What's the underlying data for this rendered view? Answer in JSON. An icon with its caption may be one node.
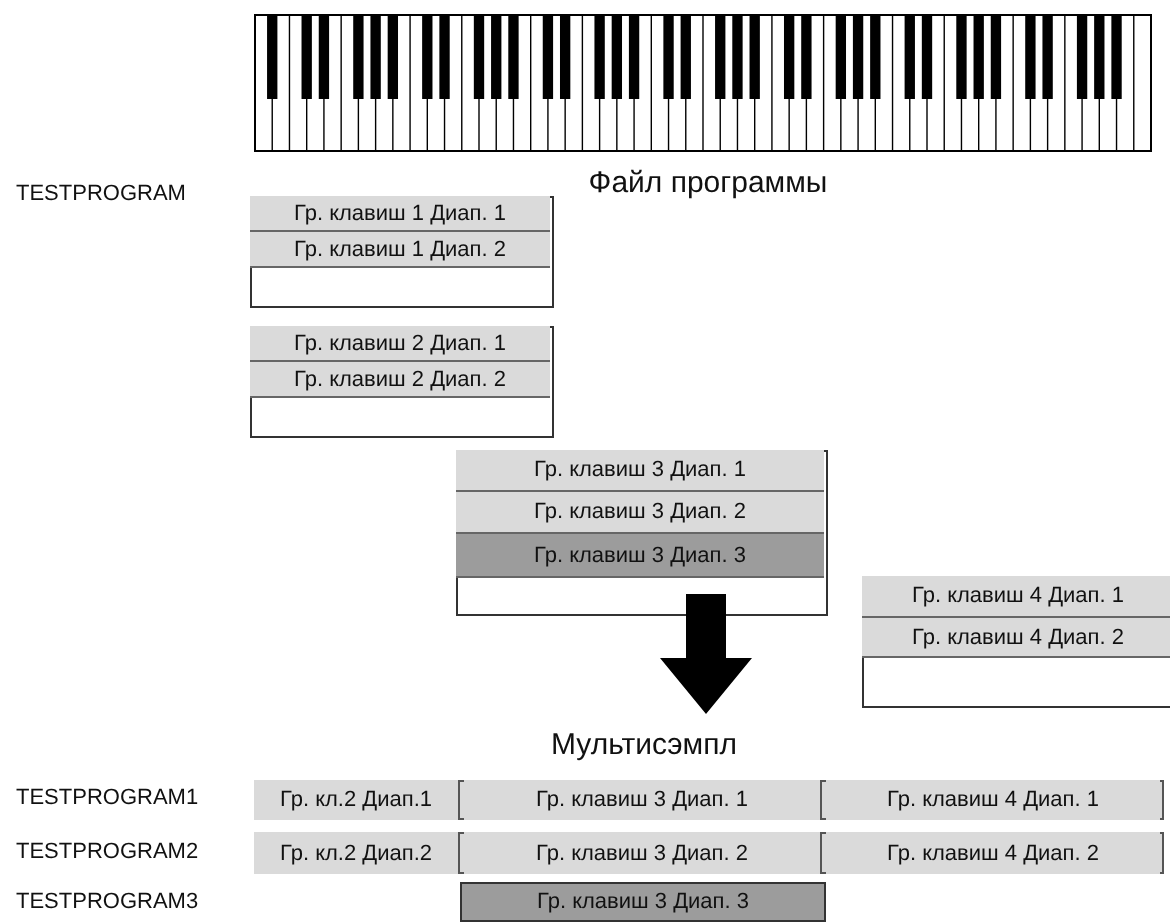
{
  "diagram": {
    "nodes": [
      {
        "text": [],
        "shape": "box"
      },
      {
        "text": [
          "Гр. клавиш 1 Диап. 1"
        ],
        "in": 0
      },
      {
        "text": [
          "Гр. клавиш 1 Диап. 2"
        ],
        "in": 0
      },
      {
        "text": [],
        "shape": "box"
      },
      {
        "text": [
          "Гр. клавиш 2 Диап. 1"
        ],
        "in": 3
      },
      {
        "text": [
          "Гр. клавиш 2 Диап. 2"
        ],
        "in": 3
      },
      {
        "text": [],
        "shape": "box"
      },
      {
        "text": [
          "Гр. клавиш 3 Диап. 1"
        ],
        "in": 6
      },
      {
        "text": [
          "Гр. клавиш 3 Диап. 2"
        ],
        "in": 6
      },
      {
        "text": [
          "Гр. клавиш 3 Диап. 3"
        ],
        "in": 6
      },
      {
        "text": [],
        "shape": "box"
      },
      {
        "text": [
          "Гр. клавиш 4 Диап. 1"
        ],
        "in": 10
      },
      {
        "text": [
          "Гр. клавиш 4 Диап. 2"
        ],
        "in": 10
      },
      {
        "text": [],
        "shape": "bar"
      },
      {
        "text": [
          "Гр. кл.2 Диап.1"
        ],
        "in": 13
      },
      {
        "text": [
          "Гр. клавиш 3 Диап. 1"
        ],
        "in": 13
      },
      {
        "text": [
          "Гр. клавиш 4 Диап. 1"
        ],
        "in": 13
      },
      {
        "text": [],
        "shape": "bar"
      },
      {
        "text": [
          "Гр. кл.2 Диап.2"
        ],
        "in": 17
      },
      {
        "text": [
          "Гр. клавиш 3 Диап. 2"
        ],
        "in": 17
      },
      {
        "text": [
          "Гр. клавиш 4 Диап. 2"
        ],
        "in": 17
      },
      {
        "text": [
          "Гр. клавиш 3 Диап. 3"
        ]
      }
    ],
    "edges": [],
    "labels": [
      "Файл программы",
      "TESTPROGRAM",
      "Мультисэмпл",
      "TESTPROGRAM1",
      "TESTPROGRAM2",
      "TESTPROGRAM3"
    ]
  }
}
